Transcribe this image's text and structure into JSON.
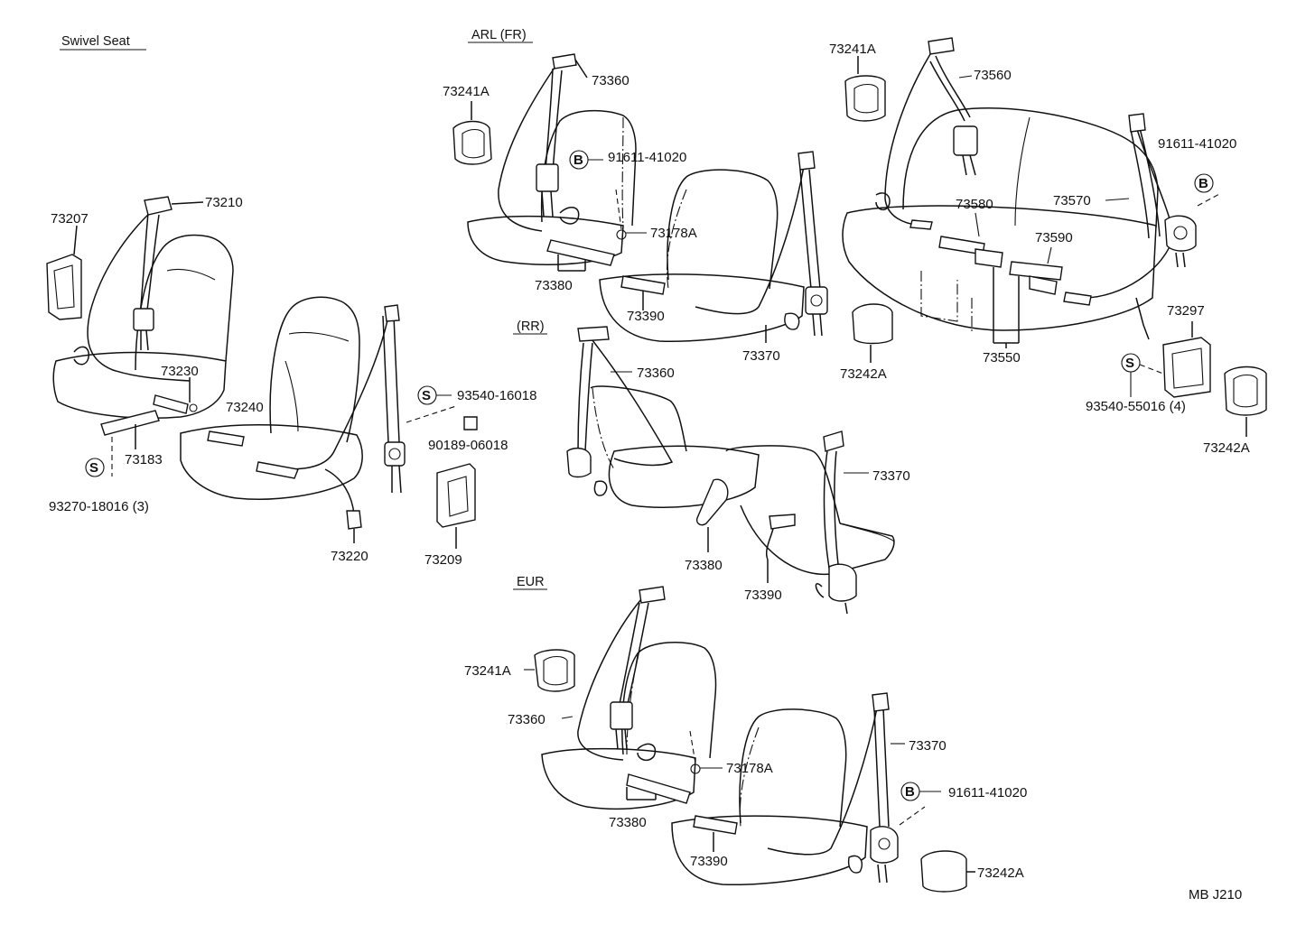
{
  "sections": {
    "swivel": "Swivel Seat",
    "arl": "ARL (FR)",
    "rr": "(RR)",
    "eur": "EUR"
  },
  "labels": {
    "swivel_73210": "73210",
    "swivel_73207": "73207",
    "swivel_73230": "73230",
    "swivel_73240": "73240",
    "swivel_73183": "73183",
    "swivel_s_code": "93270-18016 (3)",
    "swivel_93540": "93540-16018",
    "swivel_90189": "90189-06018",
    "swivel_73220": "73220",
    "swivel_73209": "73209",
    "arl_73241a": "73241A",
    "arl_73360": "73360",
    "arl_91611": "91611-41020",
    "arl_73178a": "73178A",
    "arl_73380": "73380",
    "arl_73390": "73390",
    "arl_73370": "73370",
    "arl_73242a": "73242A",
    "bench_73241a": "73241A",
    "bench_73560": "73560",
    "bench_91611": "91611-41020",
    "bench_73570": "73570",
    "bench_73580": "73580",
    "bench_73590": "73590",
    "bench_73550": "73550",
    "bench_73297": "73297",
    "bench_93540": "93540-55016 (4)",
    "bench_73242a": "73242A",
    "rr_73360": "73360",
    "rr_73370": "73370",
    "rr_73380": "73380",
    "rr_73390": "73390",
    "eur_73241a": "73241A",
    "eur_73360": "73360",
    "eur_73178a": "73178A",
    "eur_73380": "73380",
    "eur_73390": "73390",
    "eur_73370": "73370",
    "eur_91611": "91611-41020",
    "eur_73242a": "73242A"
  },
  "markers": {
    "s": "S",
    "b": "B"
  },
  "footer": {
    "code": "MB J210"
  }
}
